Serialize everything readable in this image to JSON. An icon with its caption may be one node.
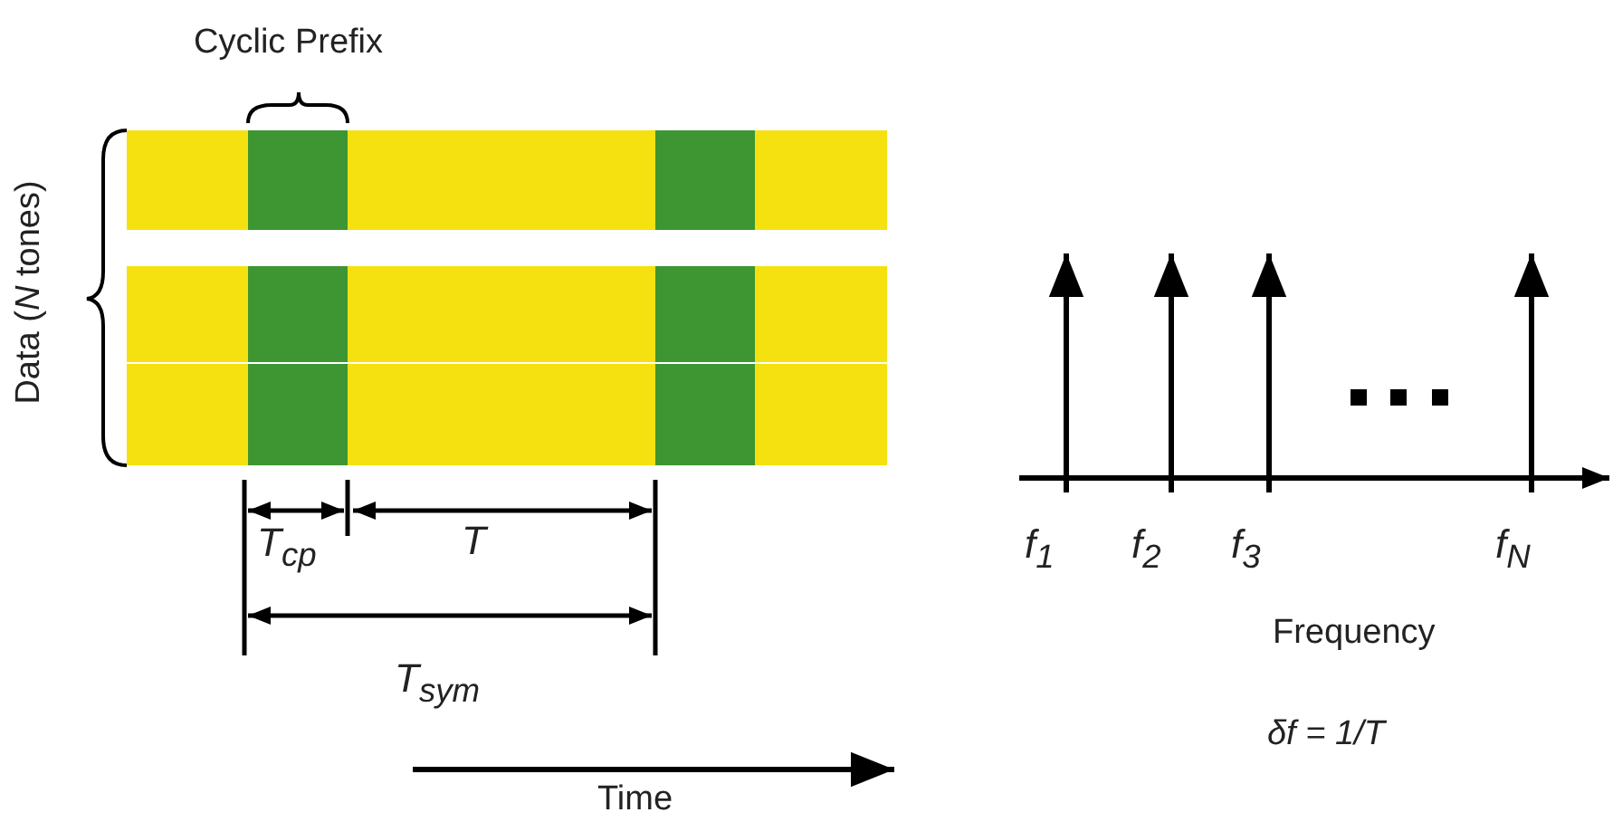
{
  "diagram": {
    "labels": [
      "Cyclic Prefix",
      "Data (*N* tones)",
      "T$_{cp}$",
      "T",
      "T$_{sym}$",
      "Time",
      "f$_{1}$",
      "f$_{2}$",
      "f$_{3}$",
      "f$_{N}$",
      "Frequency",
      "δf = 1/T"
    ]
  }
}
